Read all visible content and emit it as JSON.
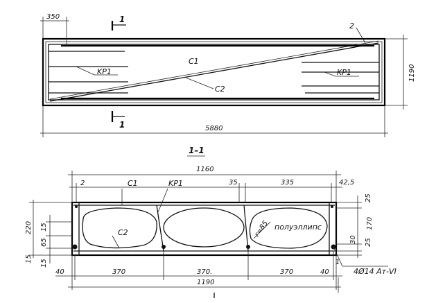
{
  "plan": {
    "dim_top_left": "350",
    "section_mark": "1",
    "item_2": "2",
    "label_c1": "C1",
    "label_c2": "C2",
    "label_kp1_left": "KP1",
    "label_kp1_right": "KP1",
    "dim_height": "1190",
    "dim_length": "5880"
  },
  "section": {
    "title": "1–1",
    "dim_width_top": "1160",
    "dim_2": "2",
    "label_c1": "C1",
    "label_kp1": "KP1",
    "dim_35": "35",
    "dim_335": "335",
    "dim_42_5": "42,5",
    "dim_25_top": "25",
    "dim_170": "170",
    "dim_25_bottom": "25",
    "dim_30": "30",
    "dim_220": "220",
    "dim_15_top": "15",
    "dim_65": "65",
    "dim_15_mid": "15",
    "dim_15_bottom": "15",
    "label_c2": "C2",
    "label_r85": "r=85",
    "label_poluellips": "полуэллипс",
    "dim_40_left": "40",
    "dim_370_1": "370",
    "dim_370_2": "370.",
    "dim_370_3": "370",
    "dim_40_right": "40",
    "dim_1190": "1190",
    "item_1": "1",
    "rebar_spec": "4Ø14 Aт-VI"
  },
  "colors": {
    "line": "#111111",
    "background": "#ffffff"
  }
}
